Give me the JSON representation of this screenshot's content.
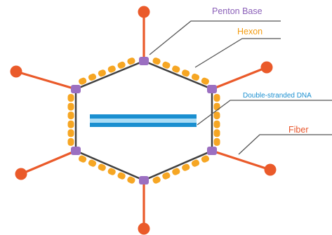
{
  "labels": {
    "penton_base": "Penton Base",
    "hexon": "Hexon",
    "dna": "Double-stranded DNA",
    "fiber": "Fiber"
  },
  "colors": {
    "penton": "#9b6fc1",
    "hexon": "#f6a623",
    "fiber": "#ea5a2a",
    "dna_dark": "#1a8fd0",
    "dna_light": "#a9dcf5",
    "capsid_edge": "#404040",
    "leader_line": "#555555",
    "penton_label": "#8a5fb8",
    "hexon_label": "#f39c12",
    "dna_label": "#1a8fd0",
    "fiber_label": "#e8542a"
  }
}
